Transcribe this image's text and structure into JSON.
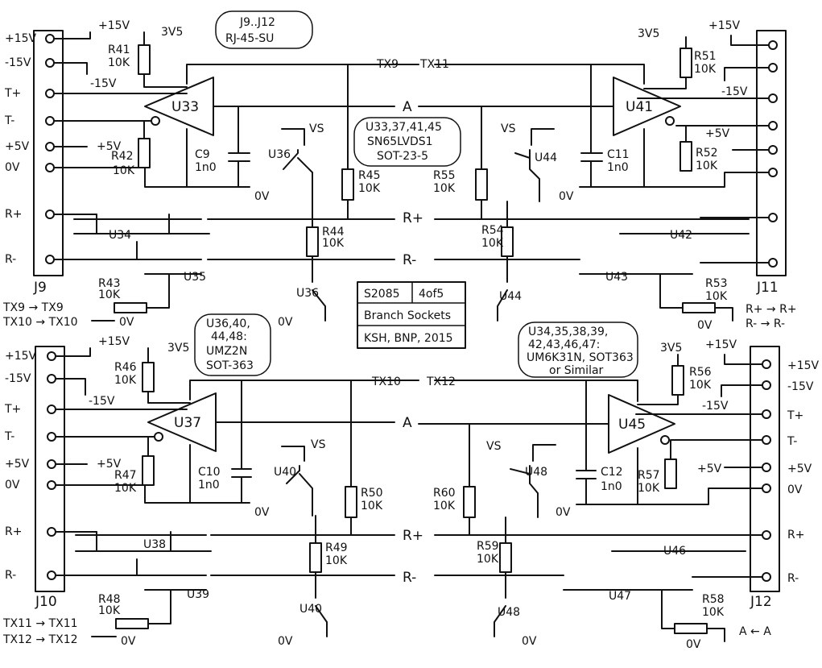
{
  "title_block": {
    "drawing": "S2085",
    "sheet": "4of5",
    "name": "Branch Sockets",
    "author": "KSH, BNP, 2015"
  },
  "notes": {
    "connectors": [
      "J9..J12",
      "RJ-45-SU"
    ],
    "line_drivers": [
      "U33,37,41,45",
      "SN65LVDS1",
      "SOT-23-5"
    ],
    "pnp": [
      "U36,40,",
      "44,48:",
      "UMZ2N",
      "SOT-363"
    ],
    "fets": [
      "U34,35,38,39,",
      "42,43,46,47:",
      "UM6K31N, SOT363",
      "or Similar"
    ]
  },
  "connectors": {
    "j9": "J9",
    "j10": "J10",
    "j11": "J11",
    "j12": "J12"
  },
  "pin_labels": [
    "+15V",
    "-15V",
    "T+",
    "T-",
    "+5V",
    "0V",
    "R+",
    "R-"
  ],
  "nets": {
    "tx9": "TX9",
    "tx10": "TX10",
    "tx11": "TX11",
    "tx12": "TX12",
    "a": "A",
    "rplus": "R+",
    "rminus": "R-",
    "vs": "VS",
    "zero_v": "0V",
    "p15": "+15V",
    "m15": "-15V",
    "p5": "+5V",
    "v3v5": "3V5"
  },
  "cross_refs": {
    "tl_1": "TX9 → TX9",
    "tl_2": "TX10 → TX10",
    "bl_1": "TX11 → TX11",
    "bl_2": "TX12 → TX12",
    "tr_1": "R+ → R+",
    "tr_2": "R- → R-",
    "br_1": "A ← A"
  },
  "parts": {
    "u33": "U33",
    "u34": "U34",
    "u35": "U35",
    "u36": "U36",
    "u37": "U37",
    "u38": "U38",
    "u39": "U39",
    "u40": "U40",
    "u41": "U41",
    "u42": "U42",
    "u43": "U43",
    "u44": "U44",
    "u45": "U45",
    "u46": "U46",
    "u47": "U47",
    "u48": "U48",
    "r41": "R41",
    "r42": "R42",
    "r43": "R43",
    "r44": "R44",
    "r45": "R45",
    "r46": "R46",
    "r47": "R47",
    "r48": "R48",
    "r49": "R49",
    "r50": "R50",
    "r51": "R51",
    "r52": "R52",
    "r53": "R53",
    "r54": "R54",
    "r55": "R55",
    "r56": "R56",
    "r57": "R57",
    "r58": "R58",
    "r59": "R59",
    "r60": "R60",
    "c9": "C9",
    "c10": "C10",
    "c11": "C11",
    "c12": "C12",
    "val_r": "10K",
    "val_c": "1n0"
  }
}
